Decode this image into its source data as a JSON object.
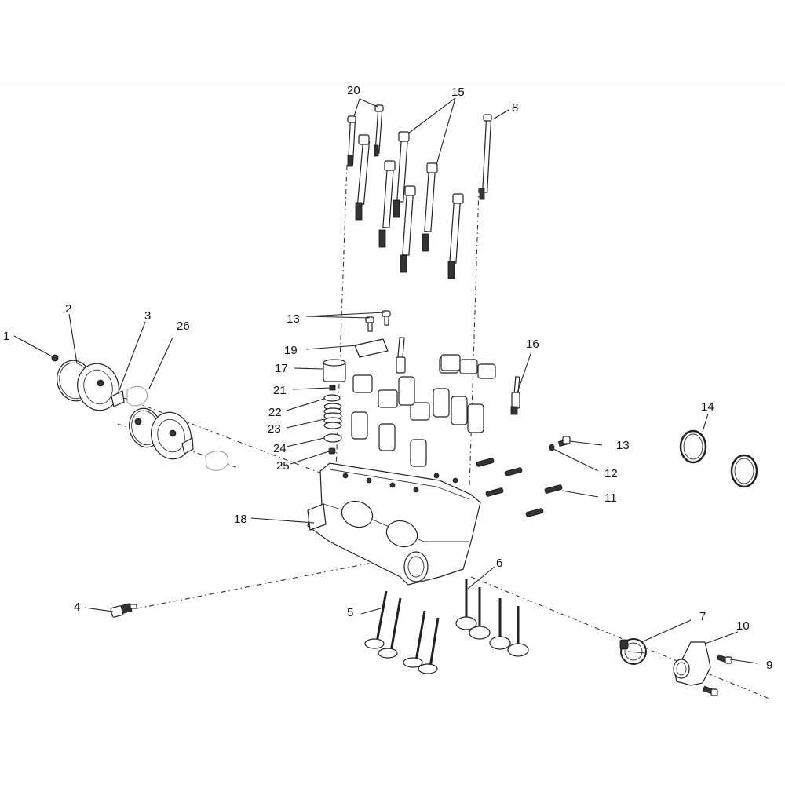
{
  "diagram": {
    "title": "Cylinder head exploded view",
    "callouts": [
      {
        "id": "1",
        "label": "1"
      },
      {
        "id": "2",
        "label": "2"
      },
      {
        "id": "3",
        "label": "3"
      },
      {
        "id": "4",
        "label": "4"
      },
      {
        "id": "5",
        "label": "5"
      },
      {
        "id": "6",
        "label": "6"
      },
      {
        "id": "7",
        "label": "7"
      },
      {
        "id": "8",
        "label": "8"
      },
      {
        "id": "9",
        "label": "9"
      },
      {
        "id": "10",
        "label": "10"
      },
      {
        "id": "11",
        "label": "11"
      },
      {
        "id": "12",
        "label": "12"
      },
      {
        "id": "13a",
        "label": "13"
      },
      {
        "id": "13b",
        "label": "13"
      },
      {
        "id": "14",
        "label": "14"
      },
      {
        "id": "15",
        "label": "15"
      },
      {
        "id": "16",
        "label": "16"
      },
      {
        "id": "17",
        "label": "17"
      },
      {
        "id": "18",
        "label": "18"
      },
      {
        "id": "19",
        "label": "19"
      },
      {
        "id": "20",
        "label": "20"
      },
      {
        "id": "21",
        "label": "21"
      },
      {
        "id": "22",
        "label": "22"
      },
      {
        "id": "23",
        "label": "23"
      },
      {
        "id": "24",
        "label": "24"
      },
      {
        "id": "25",
        "label": "25"
      },
      {
        "id": "26",
        "label": "26"
      }
    ],
    "parts": [
      {
        "callout": "1",
        "name": "bolt"
      },
      {
        "callout": "2",
        "name": "hose-clamp"
      },
      {
        "callout": "3",
        "name": "intake-manifold-boot"
      },
      {
        "callout": "4",
        "name": "temperature-sensor"
      },
      {
        "callout": "5",
        "name": "intake-valve"
      },
      {
        "callout": "6",
        "name": "exhaust-valve"
      },
      {
        "callout": "7",
        "name": "thermostat"
      },
      {
        "callout": "8",
        "name": "long-bolt"
      },
      {
        "callout": "9",
        "name": "bolt"
      },
      {
        "callout": "10",
        "name": "thermostat-housing"
      },
      {
        "callout": "11",
        "name": "stud"
      },
      {
        "callout": "12",
        "name": "washer"
      },
      {
        "callout": "13",
        "name": "bolt"
      },
      {
        "callout": "14",
        "name": "exhaust-gasket"
      },
      {
        "callout": "15",
        "name": "head-bolt"
      },
      {
        "callout": "16",
        "name": "spark-plug"
      },
      {
        "callout": "17",
        "name": "valve-bucket"
      },
      {
        "callout": "18",
        "name": "cylinder-head"
      },
      {
        "callout": "19",
        "name": "plate"
      },
      {
        "callout": "20",
        "name": "bolt"
      },
      {
        "callout": "21",
        "name": "valve-keeper"
      },
      {
        "callout": "22",
        "name": "valve-retainer"
      },
      {
        "callout": "23",
        "name": "valve-spring"
      },
      {
        "callout": "24",
        "name": "spring-seat"
      },
      {
        "callout": "25",
        "name": "valve-stem-seal"
      },
      {
        "callout": "26",
        "name": "o-ring"
      }
    ]
  }
}
